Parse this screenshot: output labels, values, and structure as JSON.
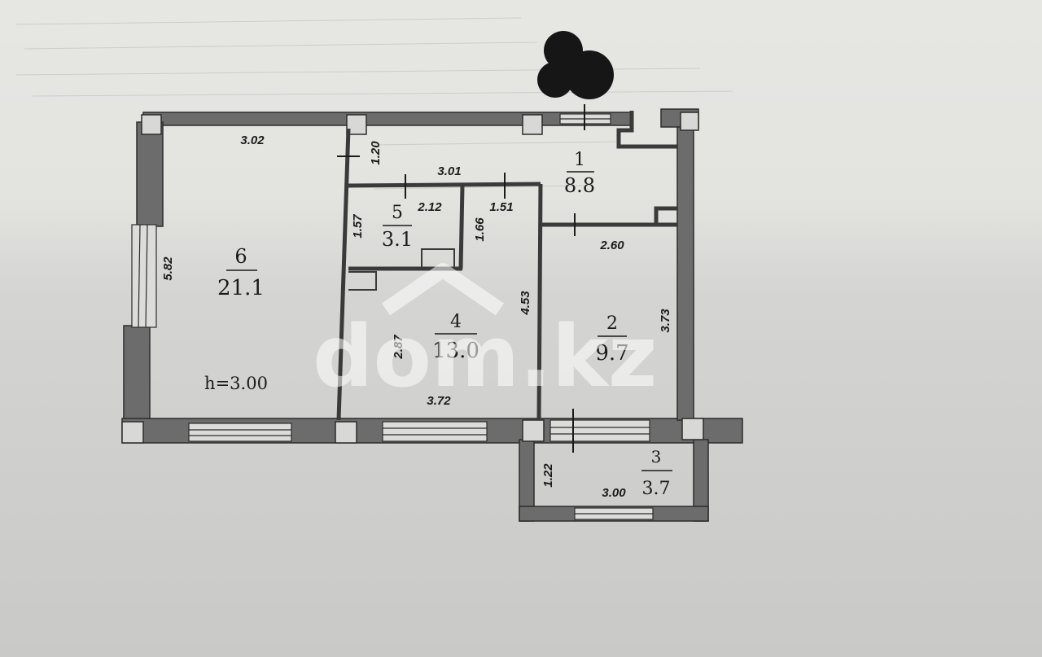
{
  "rooms": [
    {
      "id": "6",
      "area": "21.1"
    },
    {
      "id": "5",
      "area": "3.1"
    },
    {
      "id": "4",
      "area": "13.0"
    },
    {
      "id": "1",
      "area": "8.8"
    },
    {
      "id": "2",
      "area": "9.7"
    },
    {
      "id": "3",
      "area": "3.7"
    }
  ],
  "dimensions": {
    "d302": "3.02",
    "d120": "1.20",
    "d301": "3.01",
    "d212": "2.12",
    "d151": "1.51",
    "d157": "1.57",
    "d166": "1.66",
    "d582": "5.82",
    "d453": "4.53",
    "d287": "2.87",
    "d372": "3.72",
    "d260": "2.60",
    "d373": "3.73",
    "d122": "1.22",
    "d300": "3.00"
  },
  "ceiling": "h=3.00",
  "watermark": {
    "text": "dom.kz"
  }
}
